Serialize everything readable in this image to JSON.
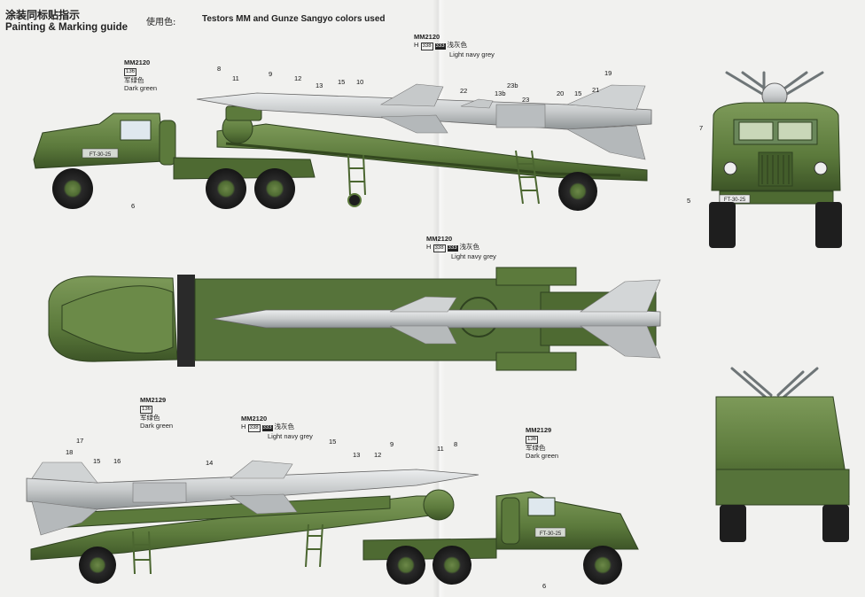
{
  "header": {
    "title_cn": "涂装同标贴指示",
    "title_en": "Painting & Marking guide",
    "colors_used_cn": "使用色:",
    "colors_used_en": "Testors MM and Gunze Sangyo colors used"
  },
  "callouts": {
    "dark_green_1": {
      "code": "MM2120",
      "num": "136",
      "cn": "军绿色",
      "en": "Dark green"
    },
    "light_grey_1": {
      "code": "MM2120",
      "h": "H",
      "hnum": "338",
      "hdark": "333",
      "cn": "浅灰色",
      "en": "Light navy grey"
    },
    "light_grey_2": {
      "code": "MM2120",
      "h": "H",
      "hnum": "338",
      "hdark": "333",
      "cn": "浅灰色",
      "en": "Light navy grey"
    },
    "dark_green_2": {
      "code": "MM2129",
      "num": "136",
      "cn": "军绿色",
      "en": "Dark green"
    },
    "light_grey_3": {
      "code": "MM2120",
      "h": "H",
      "hnum": "338",
      "hdark": "333",
      "cn": "浅灰色",
      "en": "Light navy grey"
    },
    "dark_green_3": {
      "code": "MM2129",
      "num": "136",
      "cn": "军绿色",
      "en": "Dark green"
    }
  },
  "plates": {
    "side_top": "FT-30-25",
    "front": "FT-30-25",
    "side_bottom": "FT-30-25"
  },
  "part_numbers": {
    "n8a": "8",
    "n11a": "11",
    "n9a": "9",
    "n12a": "12",
    "n13a": "13",
    "n15a": "15",
    "n10a": "10",
    "n22a": "22",
    "n13b": "13b",
    "n23b": "23b",
    "n23a": "23",
    "n20a": "20",
    "n15b": "15",
    "n21a": "21",
    "n19a": "19",
    "n6a": "6",
    "n7a": "7",
    "n5a": "5",
    "n17b": "17",
    "n18b": "18",
    "n15c": "15",
    "n16b": "16",
    "n14b": "14",
    "n15d": "15",
    "n13c": "13",
    "n12b": "12",
    "n9b": "9",
    "n11b": "11",
    "n8b": "8",
    "n6b": "6"
  },
  "colors": {
    "olive": "#5c7a3c",
    "olive_dark": "#3d5527",
    "olive_light": "#7d9a59",
    "missile": "#c8cbcc",
    "missile_shade": "#9ea3a5"
  }
}
